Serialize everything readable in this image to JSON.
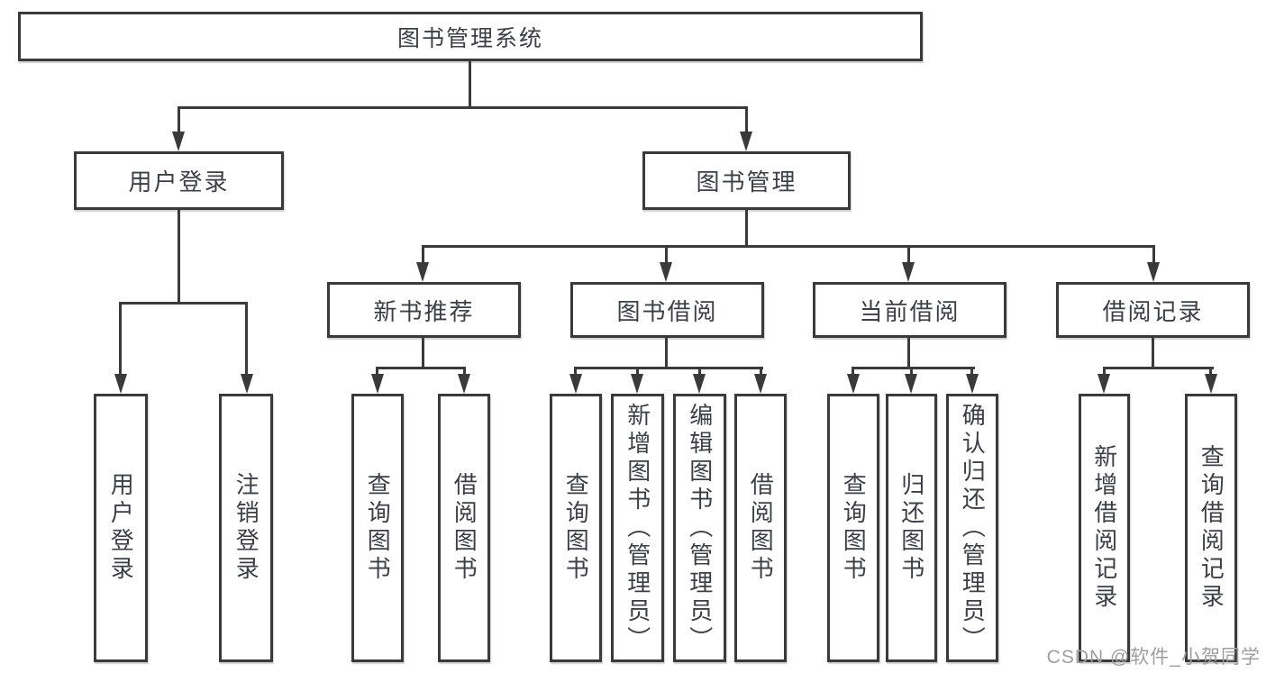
{
  "nodes": {
    "root": "图书管理系统",
    "userLogin": "用户登录",
    "bookManagement": "图书管理",
    "newBookRecommend": "新书推荐",
    "bookBorrow": "图书借阅",
    "currentBorrow": "当前借阅",
    "borrowRecords": "借阅记录",
    "userLoginLeaf": "用户登录",
    "logoutLeaf": "注销登录",
    "nbQueryBooks": "查询图书",
    "nbBorrowBooks": "借阅图书",
    "bbQueryBooks": "查询图书",
    "bbAddBooks": "新增图书（管理员）",
    "bbEditBooks": "编辑图书（管理员）",
    "bbBorrowBooks": "借阅图书",
    "cbQueryBooks": "查询图书",
    "cbReturnBooks": "归还图书",
    "cbConfirmReturn": "确认归还（管理员）",
    "brAddRecord": "新增借阅记录",
    "brQueryRecord": "查询借阅记录"
  },
  "watermark": "CSDN @软件_小贺同学",
  "colors": {
    "line": "#3a3a3a",
    "text": "#3c4046",
    "watermark": "#9e9e9e",
    "background": "#ffffff"
  }
}
